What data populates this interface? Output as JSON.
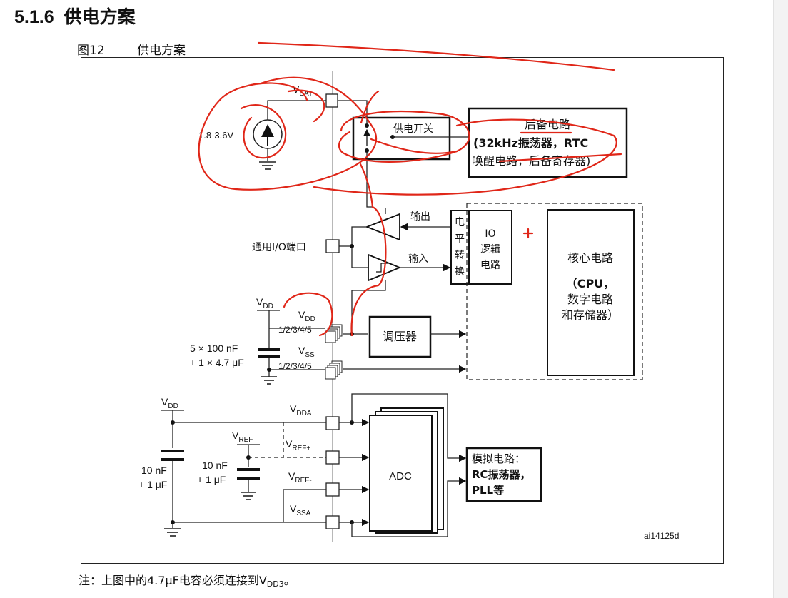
{
  "section": {
    "number": "5.1.6",
    "title": "供电方案"
  },
  "figure": {
    "label": "图12",
    "title": "供电方案",
    "id_tag": "ai14125d"
  },
  "labels": {
    "vbat": "V",
    "vbat_sub": "BAT",
    "battery_range": "1.8-3.6V",
    "power_switch": "供电开关",
    "backup_title": "后备电路",
    "backup_line2": "(32kHz振荡器，RTC",
    "backup_line3": "唤醒电路，后备寄存器)",
    "output": "输出",
    "input": "输入",
    "level_shift": [
      "电",
      "平",
      "转",
      "换"
    ],
    "io_logic": [
      "IO",
      "逻辑",
      "电路"
    ],
    "core_title": "核心电路",
    "core_line2": "（CPU，",
    "core_line3": "数字电路",
    "core_line4": "和存储器）",
    "gpio": "通用I/O端口",
    "vdd": "V",
    "vdd_sub": "DD",
    "vdd_pins": "1/2/3/4/5",
    "vss": "V",
    "vss_sub": "SS",
    "vss_pins": "1/2/3/4/5",
    "regulator": "调压器",
    "cap_main_1": "5 × 100 nF",
    "cap_main_2": "+ 1 × 4.7 μF",
    "vdda": "V",
    "vdda_sub": "DDA",
    "vref": "V",
    "vref_sub": "REF",
    "vrefp": "V",
    "vrefp_sub": "REF+",
    "vrefm": "V",
    "vrefm_sub": "REF-",
    "vssa": "V",
    "vssa_sub": "SSA",
    "cap_a_1": "10 nF",
    "cap_a_2": "+ 1 μF",
    "cap_ref_1": "10 nF",
    "cap_ref_2": "+ 1 μF",
    "adc": "ADC",
    "analog_1": "模拟电路：",
    "analog_2": "RC振荡器，",
    "analog_3": "PLL等"
  },
  "note": {
    "prefix": "注：上图中的4.7μF电容必须连接到V",
    "sub": "DD3",
    "suffix": "。"
  },
  "annotation_color": "#e02618"
}
